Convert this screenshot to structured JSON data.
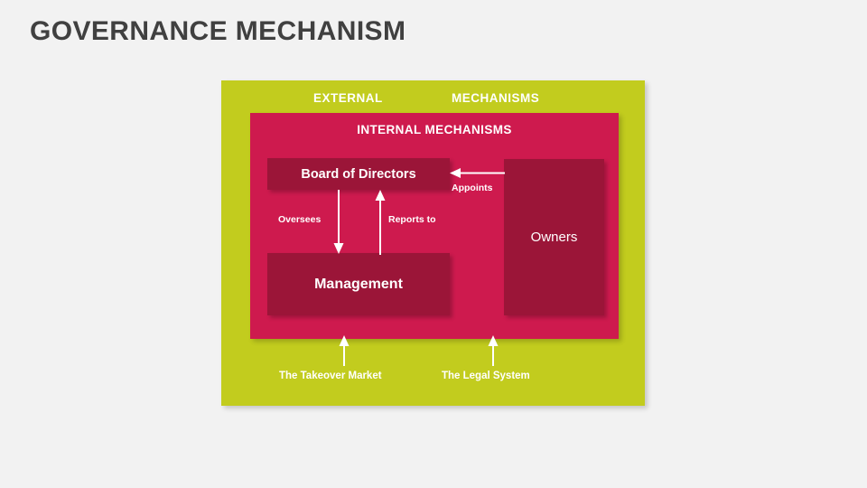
{
  "slide": {
    "title": "GOVERNANCE MECHANISM",
    "background_color": "#f2f2f2",
    "title_color": "#404040"
  },
  "colors": {
    "external_panel": "#c2cc1e",
    "internal_panel": "#ce1a4e",
    "node_box": "#9b1538",
    "text_on_color": "#ffffff"
  },
  "external_panel": {
    "title_words": [
      "EXTERNAL",
      "MECHANISMS"
    ],
    "labels": [
      {
        "text": "The Takeover Market"
      },
      {
        "text": "The Legal System"
      }
    ]
  },
  "internal_panel": {
    "title": "INTERNAL MECHANISMS",
    "nodes": [
      {
        "id": "board",
        "label": "Board of Directors"
      },
      {
        "id": "management",
        "label": "Management"
      },
      {
        "id": "owners",
        "label": "Owners"
      }
    ],
    "connectors": [
      {
        "id": "appoints",
        "label": "Appoints",
        "from": "owners",
        "to": "board",
        "direction": "left"
      },
      {
        "id": "oversees",
        "label": "Oversees",
        "from": "board",
        "to": "management",
        "direction": "down"
      },
      {
        "id": "reports-to",
        "label": "Reports to",
        "from": "management",
        "to": "board",
        "direction": "up"
      }
    ]
  }
}
